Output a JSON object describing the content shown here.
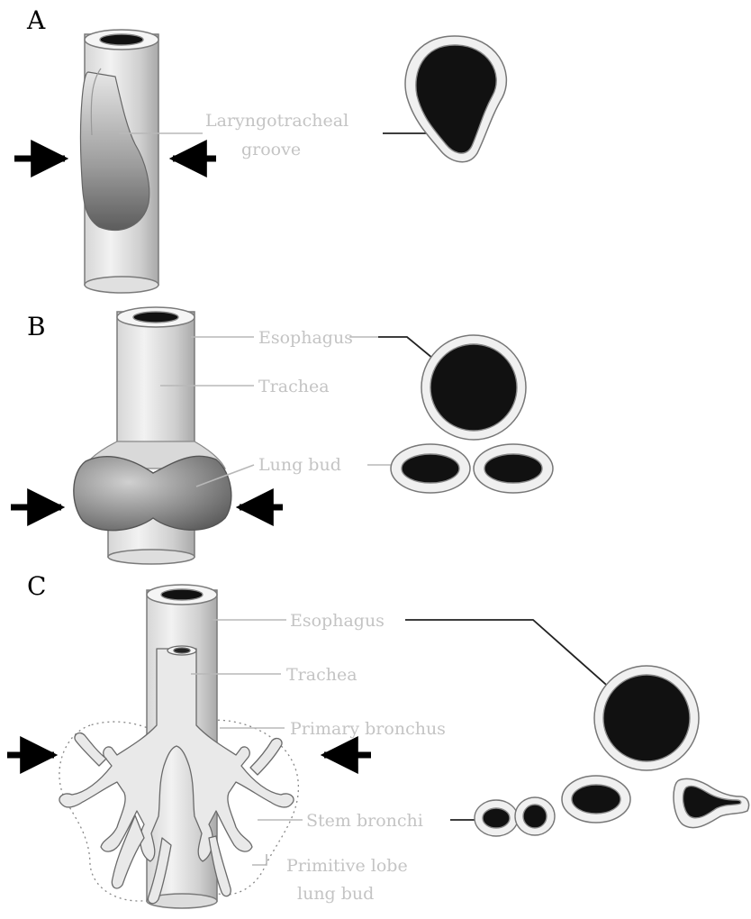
{
  "panels": {
    "a": {
      "letter": "A",
      "label_groove_1": "Laryngotracheal",
      "label_groove_2": "groove"
    },
    "b": {
      "letter": "B",
      "label_esophagus": "Esophagus",
      "label_trachea": "Trachea",
      "label_lung_bud": "Lung bud"
    },
    "c": {
      "letter": "C",
      "label_esophagus": "Esophagus",
      "label_trachea": "Trachea",
      "label_primary_bronchus": "Primary bronchus",
      "label_stem_bronchi": "Stem bronchi",
      "label_lobe_1": "Primitive lobe",
      "label_lobe_2": "lung bud"
    }
  },
  "colors": {
    "tube_light": "#e8e8e8",
    "tube_shade": "#9a9a9a",
    "lumen": "#111111",
    "label_text": "#c4c4c4",
    "arrow": "#000000"
  }
}
